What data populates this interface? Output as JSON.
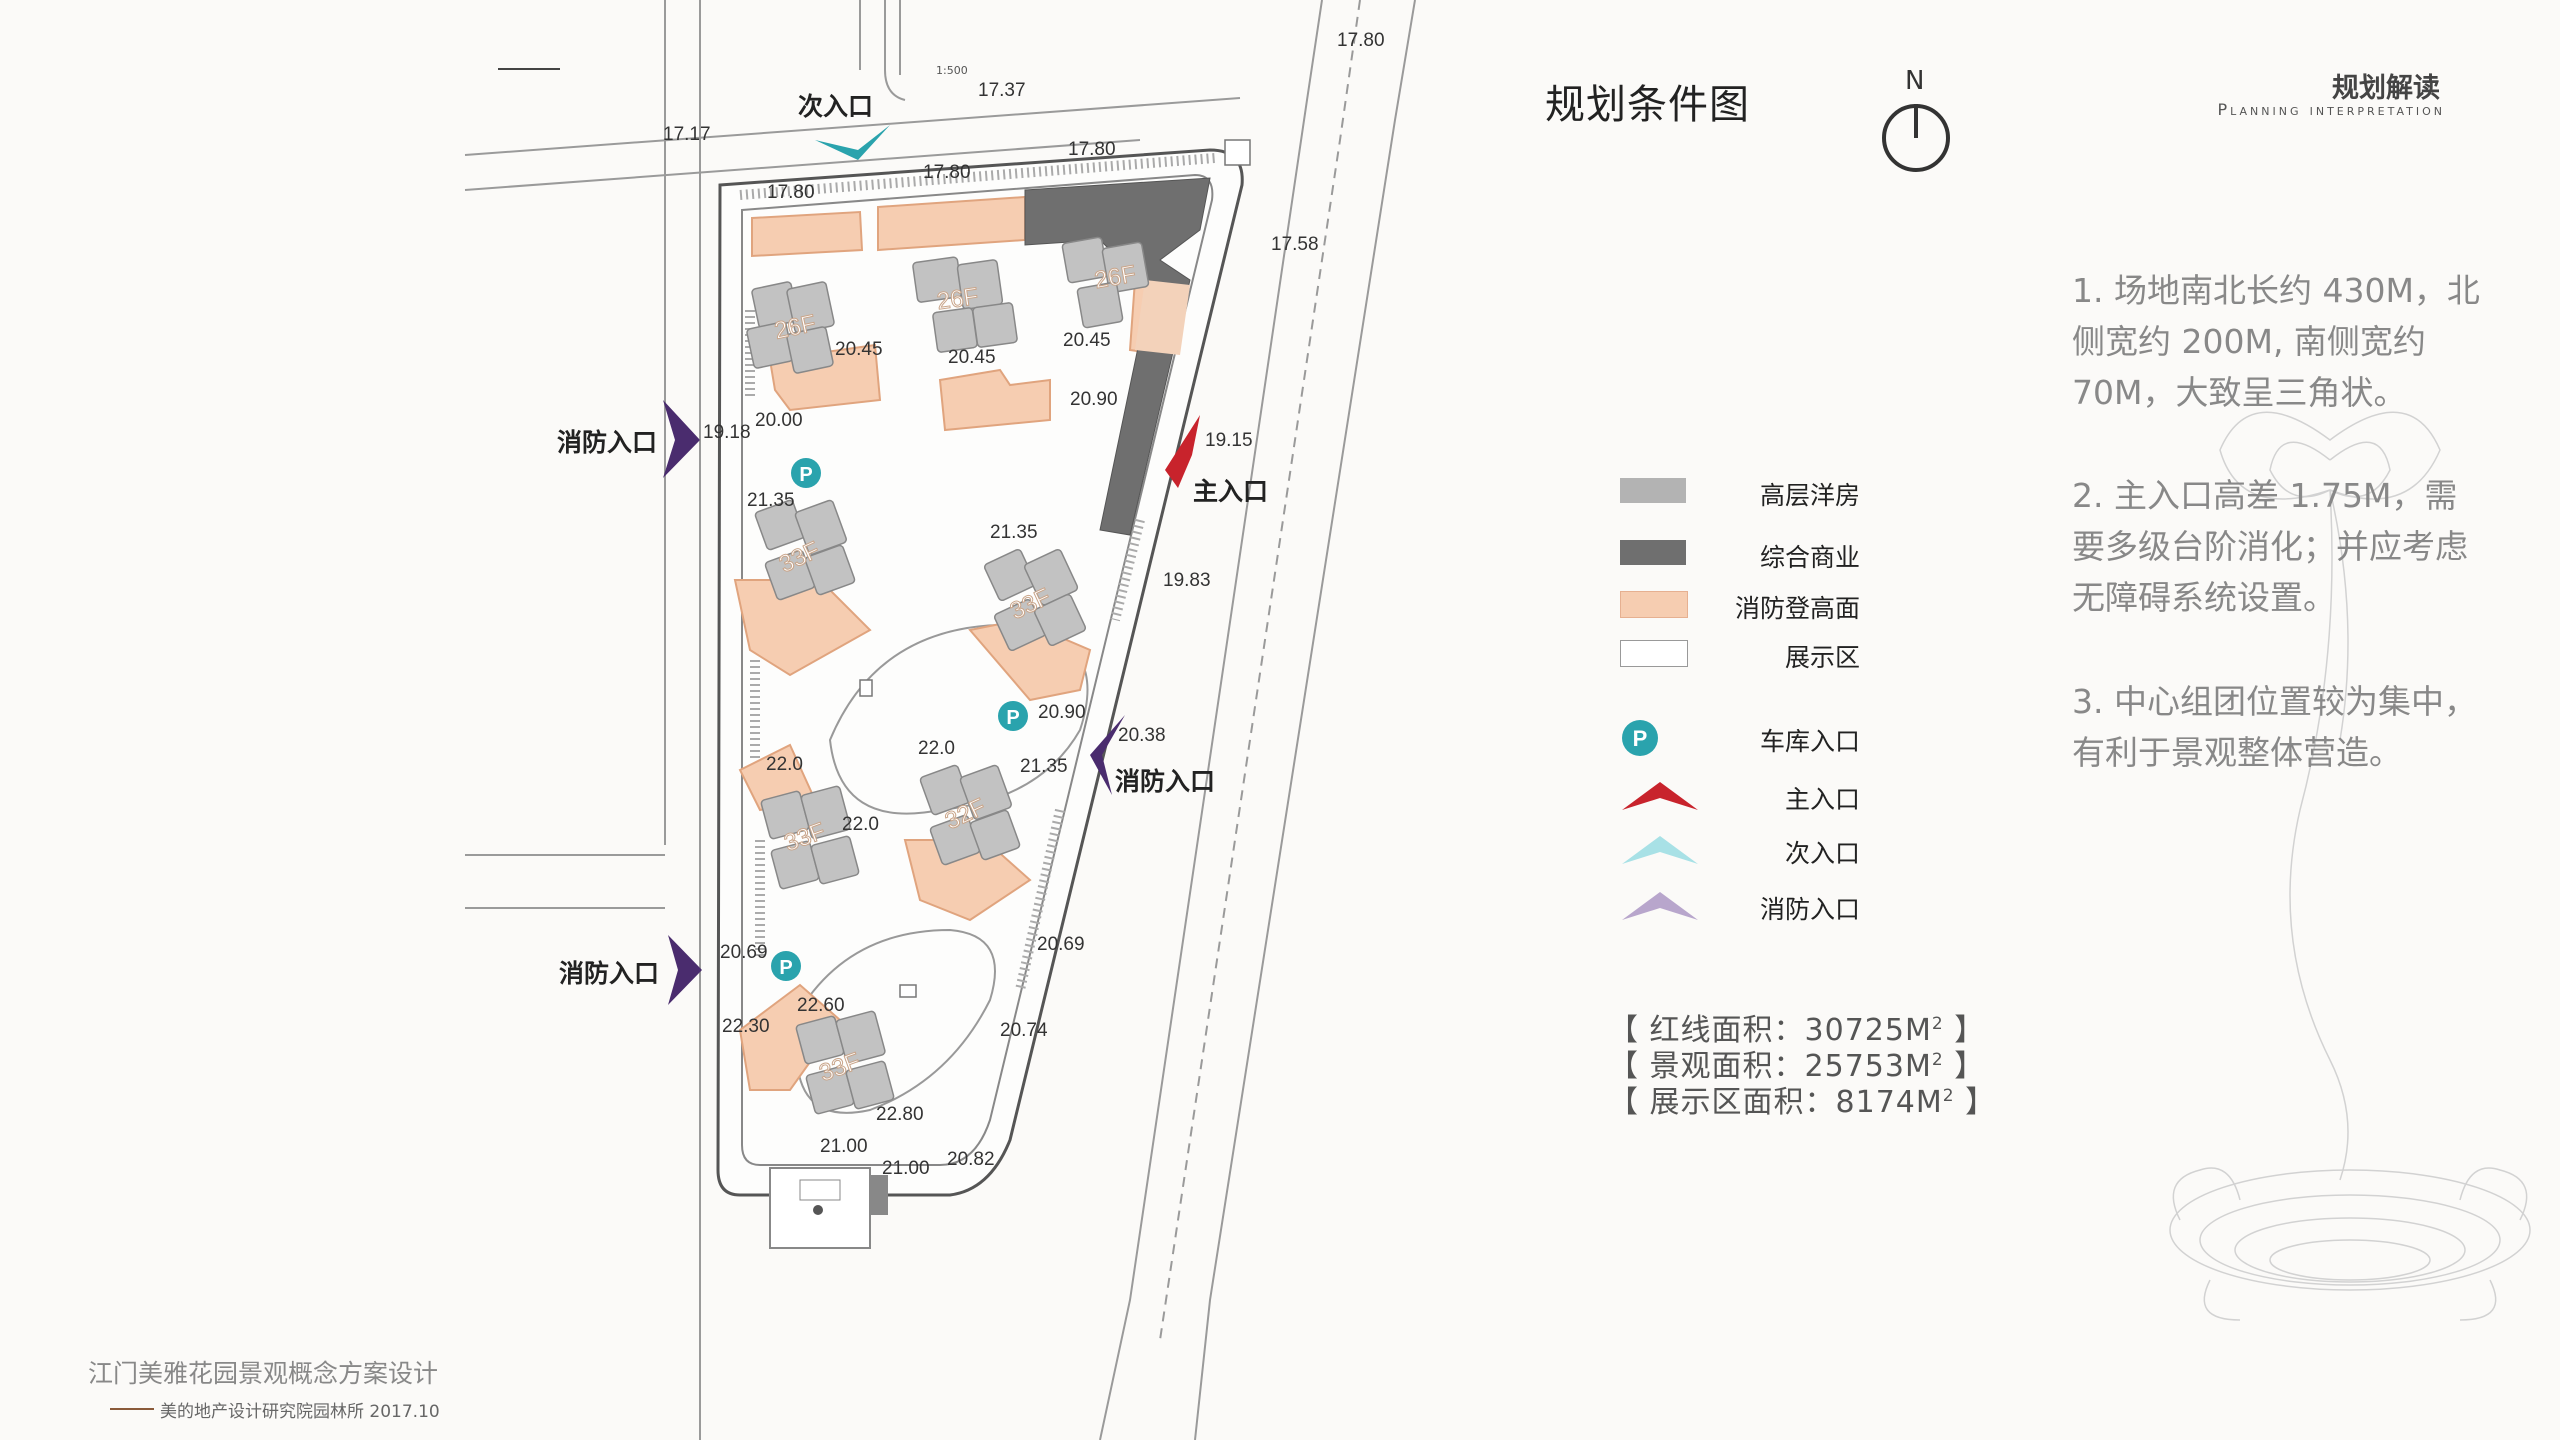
{
  "page": {
    "title": "规划条件图",
    "north_label": "N",
    "section_title_cn": "规划解读",
    "section_title_en": "Planning interpretation",
    "scale": "1:500"
  },
  "interpretation": [
    "1. 场地南北长约 430M，北侧宽约 200M, 南侧宽约 70M，大致呈三角状。",
    "2. 主入口高差 1.75M，需要多级台阶消化；并应考虑无障碍系统设置。",
    "3. 中心组团位置较为集中，有利于景观整体营造。"
  ],
  "legend": [
    {
      "label": "高层洋房",
      "kind": "swatch",
      "color": "#b3b3b3"
    },
    {
      "label": "综合商业",
      "kind": "swatch",
      "color": "#6f6f6f"
    },
    {
      "label": "消防登高面",
      "kind": "swatch",
      "color": "#f6cdb1"
    },
    {
      "label": "展示区",
      "kind": "swatch",
      "color": "#ffffff"
    },
    {
      "label": "车库入口",
      "kind": "parking",
      "color": "#2aa3ad",
      "symbol": "P"
    },
    {
      "label": "主入口",
      "kind": "arrow",
      "color": "#c8232c"
    },
    {
      "label": "次入口",
      "kind": "arrow",
      "color": "#7fd0d8"
    },
    {
      "label": "消防入口",
      "kind": "arrow",
      "color": "#8e7aa8"
    }
  ],
  "areas": [
    {
      "label": "【 红线面积：30725M",
      "sup": "2",
      "end": " 】"
    },
    {
      "label": "【 景观面积：25753M",
      "sup": "2",
      "end": " 】"
    },
    {
      "label": "【 展示区面积：8174M",
      "sup": "2",
      "end": " 】"
    }
  ],
  "footer": {
    "title": "江门美雅花园景观概念方案设计",
    "subtitle": "美的地产设计研究院园林所 2017.10"
  },
  "map": {
    "entrance_labels": {
      "secondary": "次入口",
      "main": "主入口",
      "fire_west_upper": "消防入口",
      "fire_east": "消防入口",
      "fire_west_lower": "消防入口"
    },
    "building_floors": [
      "26F",
      "26F",
      "26F",
      "33F",
      "33F",
      "33F",
      "32F",
      "33F"
    ],
    "elevations": [
      "17.80",
      "17.37",
      "17.17",
      "17.80",
      "17.80",
      "17.80",
      "17.58",
      "20.45",
      "20.45",
      "20.45",
      "20.90",
      "19.15",
      "19.18",
      "20.00",
      "21.35",
      "21.35",
      "19.83",
      "20.90",
      "20.38",
      "21.35",
      "22.0",
      "22.0",
      "22.0",
      "20.69",
      "20.69",
      "22.60",
      "22.30",
      "20.74",
      "22.80",
      "21.00",
      "21.00",
      "20.82"
    ],
    "parking_symbol": "P"
  }
}
